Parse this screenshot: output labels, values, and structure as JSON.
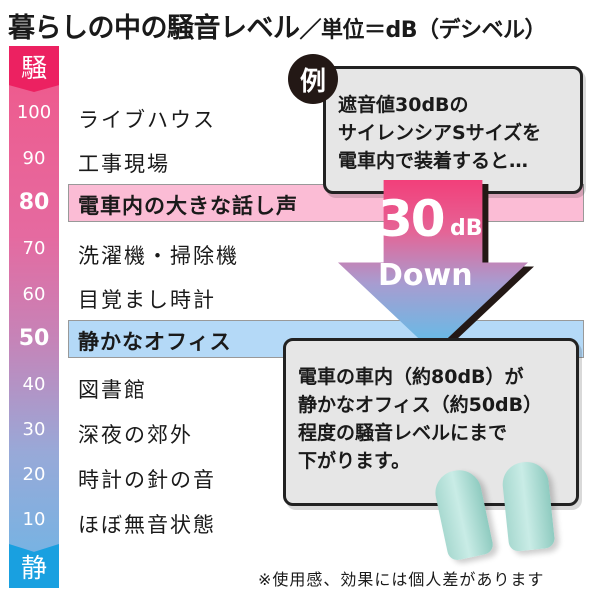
{
  "title": {
    "main": "暮らしの中の騒音レベル",
    "unit": "／単位＝dB（デシベル）"
  },
  "scale": {
    "top_label": "騒",
    "bottom_label": "静",
    "colors": {
      "top": "#ec2161",
      "bottom": "#19a0e0"
    },
    "ticks": [
      "100",
      "90",
      "80",
      "70",
      "60",
      "50",
      "40",
      "30",
      "20",
      "10"
    ]
  },
  "items": [
    {
      "level": "100",
      "label": "ライブハウス"
    },
    {
      "level": "90",
      "label": "工事現場"
    },
    {
      "level": "80",
      "label": "電車内の大きな話し声",
      "highlight": "#fbbcd5"
    },
    {
      "level": "70",
      "label": "洗濯機・掃除機"
    },
    {
      "level": "60",
      "label": "目覚まし時計"
    },
    {
      "level": "50",
      "label": "静かなオフィス",
      "highlight": "#b4d9f7"
    },
    {
      "level": "40",
      "label": "図書館"
    },
    {
      "level": "30",
      "label": "深夜の郊外"
    },
    {
      "level": "20",
      "label": "時計の針の音"
    },
    {
      "level": "10",
      "label": "ほぼ無音状態"
    }
  ],
  "example": {
    "badge": "例",
    "lines": [
      "遮音値30dBの",
      "サイレンシアSサイズを",
      "電車内で装着すると…"
    ]
  },
  "arrow": {
    "number": "30",
    "unit": "dB",
    "word": "Down"
  },
  "result": {
    "lines": [
      "電車の車内（約80dB）が",
      "静かなオフィス（約50dB）",
      "程度の騒音レベルにまで",
      "下がります。"
    ]
  },
  "note": "※使用感、効果には個人差があります"
}
